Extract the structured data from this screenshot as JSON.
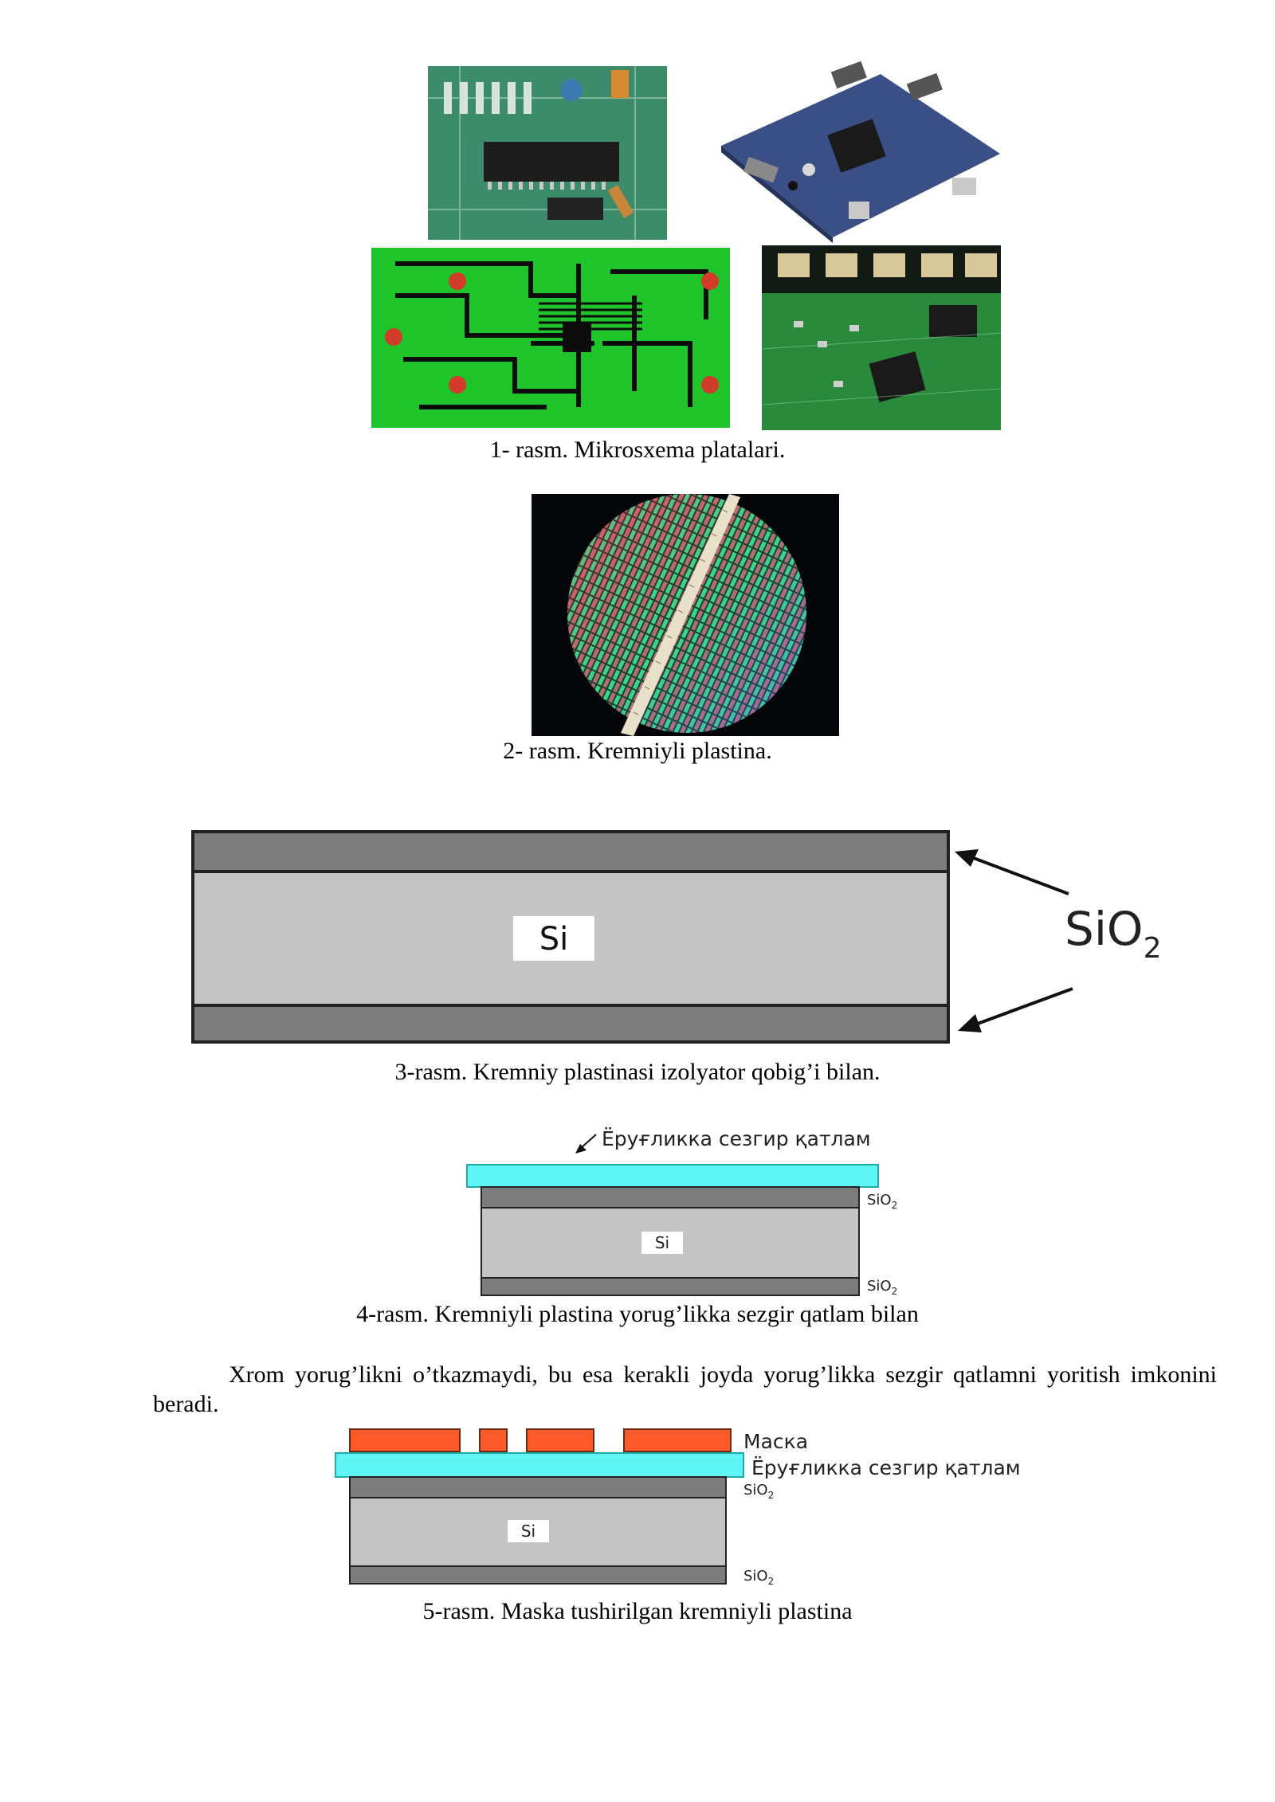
{
  "figures": [
    {
      "caption": "1- rasm. Mikrosxema platalari.",
      "photos": [
        {
          "subject": "circuit board with chip",
          "colors": {
            "board": "#3c8c6c",
            "chip": "#1c1c1c"
          }
        },
        {
          "subject": "blue development board",
          "colors": {
            "board": "#3a4f86"
          }
        },
        {
          "subject": "green pcb layout",
          "colors": {
            "board": "#1fc42a",
            "trace": "#0c0c0c",
            "pad": "#d23a2a"
          }
        },
        {
          "subject": "green board close-up",
          "colors": {
            "board": "#2a8a3c"
          }
        }
      ]
    },
    {
      "caption": "2- rasm. Kremniyli plastina.",
      "photo": {
        "subject": "silicon wafer with ruler",
        "colors": {
          "background": "#05060a"
        }
      }
    },
    {
      "caption": "3-rasm. Kremniy plastinasi izolyator qobig’i bilan.",
      "layers": {
        "si": "Si",
        "oxide_base": "SiO",
        "oxide_sub": "2"
      },
      "colors": {
        "oxide": "#7c7c7c",
        "silicon": "#c4c4c4",
        "outline": "#222222"
      }
    },
    {
      "caption": "4-rasm. Kremniyli plastina yorug’likka sezgir qatlam bilan",
      "layers": {
        "resist": "Ёруғликка сезгир қатлам",
        "si": "Si",
        "oxide_base": "SiO",
        "oxide_sub": "2"
      },
      "colors": {
        "resist": "#5ff5f5",
        "oxide": "#7c7c7c",
        "silicon": "#c4c4c4"
      }
    },
    {
      "caption": "5-rasm. Maska tushirilgan kremniyli plastina",
      "layers": {
        "mask": "Маска",
        "resist": "Ёруғликка сезгир қатлам",
        "si": "Si",
        "oxide_base": "SiO",
        "oxide_sub": "2"
      },
      "colors": {
        "mask": "#ff5a2a",
        "resist": "#5ff5f5",
        "oxide": "#7c7c7c",
        "silicon": "#c4c4c4"
      }
    }
  ],
  "paragraph": "Xrom yorug’likni o’tkazmaydi, bu esa kerakli joyda yorug’likka sezgir qatlamni yoritish imkonini beradi."
}
